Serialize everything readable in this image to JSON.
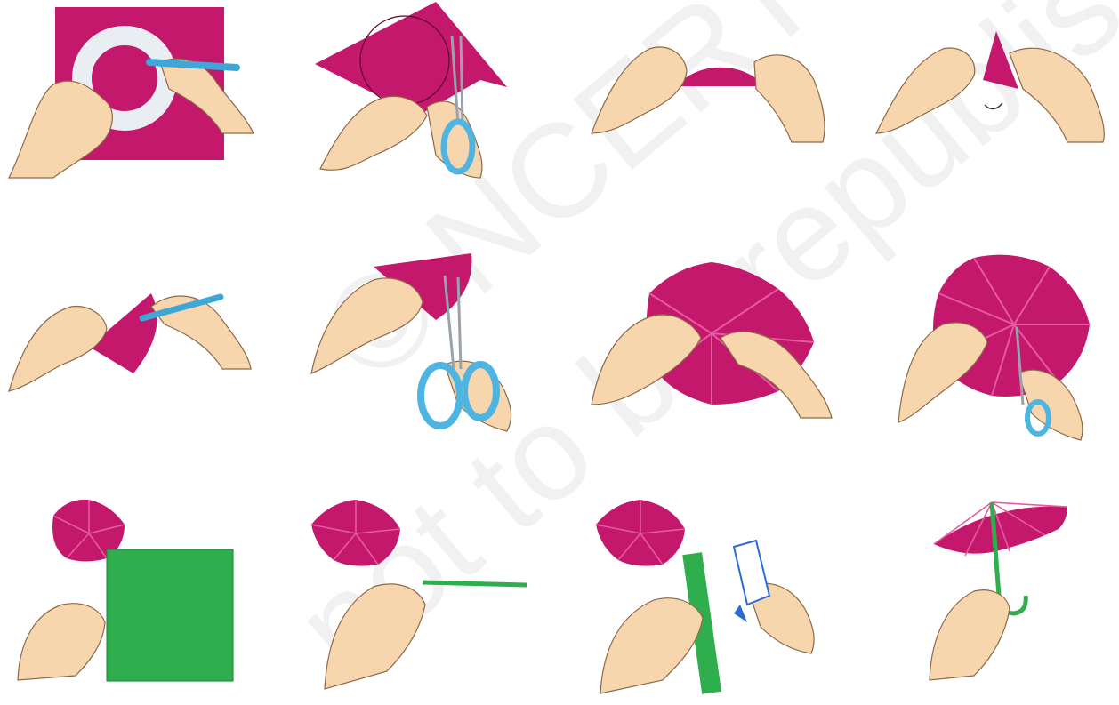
{
  "watermark": {
    "line1": "© NCERT",
    "line2": "not to be republished"
  },
  "steps": [
    {
      "id": 1,
      "desc": "trace circle on pink sheet"
    },
    {
      "id": 2,
      "desc": "cut out circle"
    },
    {
      "id": 3,
      "desc": "fold circle in half"
    },
    {
      "id": 4,
      "desc": "fold again"
    },
    {
      "id": 5,
      "desc": "mark wedge"
    },
    {
      "id": 6,
      "desc": "cut scallops"
    },
    {
      "id": 7,
      "desc": "unfold canopy"
    },
    {
      "id": 8,
      "desc": "make hole in centre"
    },
    {
      "id": 9,
      "desc": "green paper sheet"
    },
    {
      "id": 10,
      "desc": "roll into stick"
    },
    {
      "id": 11,
      "desc": "glue the stick"
    },
    {
      "id": 12,
      "desc": "finished umbrella"
    }
  ],
  "colors": {
    "paper": "#c4186c",
    "paper_light": "#e65aa1",
    "skin": "#f7d5ad",
    "skin_line": "#8a6a4a",
    "pencil": "#3fa6d8",
    "scissor": "#4eb4e2",
    "green": "#2fae4e",
    "glue": "#2d6bd1"
  }
}
